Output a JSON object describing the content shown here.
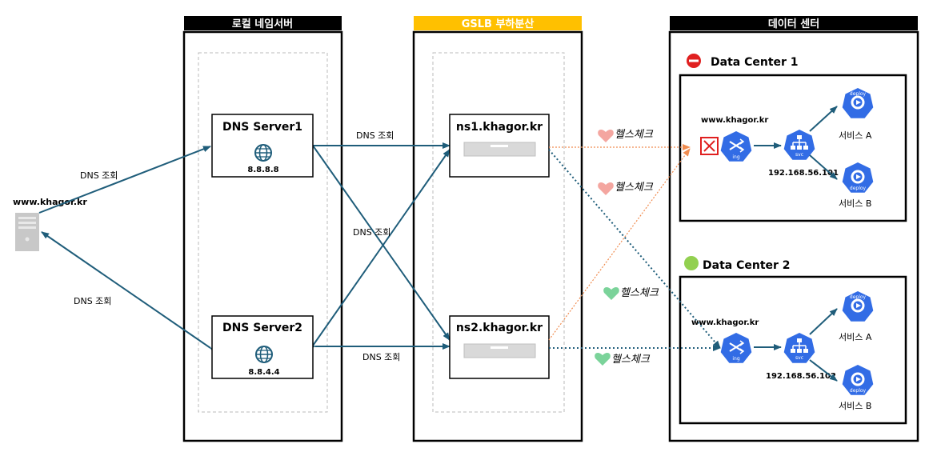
{
  "columns": {
    "local": {
      "title": "로컬 네임서버",
      "header_bg": "#000000",
      "header_fg": "#ffffff"
    },
    "gslb": {
      "title": "GSLB  부하분산",
      "header_bg": "#ffc000",
      "header_fg": "#ffffff"
    },
    "datacenter": {
      "title": "데이터 센터",
      "header_bg": "#000000",
      "header_fg": "#ffffff"
    }
  },
  "client": {
    "label": "www.khagor.kr"
  },
  "dns_query_label": "DNS 조회",
  "health_check_label": "헬스체크",
  "dns_servers": [
    {
      "name": "DNS Server1",
      "ip": "8.8.8.8"
    },
    {
      "name": "DNS Server2",
      "ip": "8.8.4.4"
    }
  ],
  "nameservers": [
    {
      "name": "ns1.khagor.kr"
    },
    {
      "name": "ns2.khagor.kr"
    }
  ],
  "data_centers": [
    {
      "name": "Data Center 1",
      "status": "down",
      "status_color": "#e02020",
      "host": "www.khagor.kr",
      "svc_ip": "192.168.56.101",
      "ing_label": "ing",
      "svc_label": "svc",
      "services": [
        {
          "label": "서비스  A",
          "icon_label": "deploy"
        },
        {
          "label": "서비스  B",
          "icon_label": "deploy"
        }
      ]
    },
    {
      "name": "Data Center 2",
      "status": "up",
      "status_color": "#92d050",
      "host": "www.khagor.kr",
      "svc_ip": "192.168.56.102",
      "ing_label": "ing",
      "svc_label": "svc",
      "services": [
        {
          "label": "서비스  A",
          "icon_label": "deploy"
        },
        {
          "label": "서비스  B",
          "icon_label": "deploy"
        }
      ]
    }
  ],
  "colors": {
    "arrow": "#1f5d7a",
    "health_line": "#f08c50",
    "dotted": "#1f5d7a",
    "k8s": "#326ce5",
    "fail": "#e02020",
    "heart_fail": "#f4a6a0",
    "heart_ok": "#7bd39a"
  }
}
